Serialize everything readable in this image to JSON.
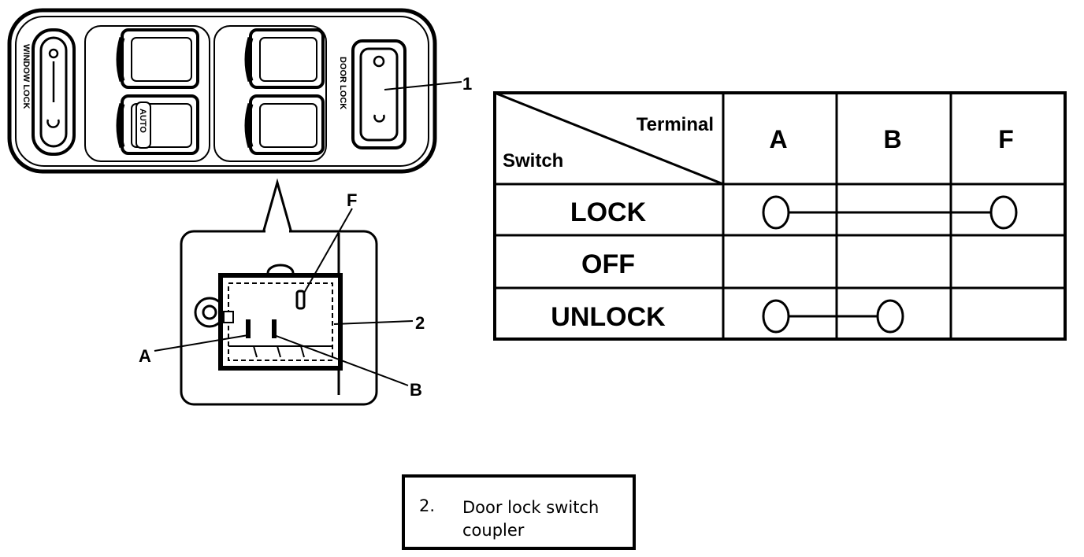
{
  "switch_panel": {
    "window_lock_label": "WINDOW LOCK",
    "auto_label": "AUTO",
    "door_lock_label": "DOOR LOCK"
  },
  "callouts": {
    "part_1": "1",
    "part_2": "2",
    "terminal_f": "F",
    "terminal_a": "A",
    "terminal_b": "B"
  },
  "table": {
    "corner_top": "Terminal",
    "corner_bottom": "Switch",
    "columns": [
      "A",
      "B",
      "F"
    ],
    "rows": [
      {
        "label": "LOCK",
        "connected": [
          "A",
          "F"
        ]
      },
      {
        "label": "OFF",
        "connected": []
      },
      {
        "label": "UNLOCK",
        "connected": [
          "A",
          "B"
        ]
      }
    ]
  },
  "legend": {
    "number": "2.",
    "text": "Door lock switch coupler"
  }
}
